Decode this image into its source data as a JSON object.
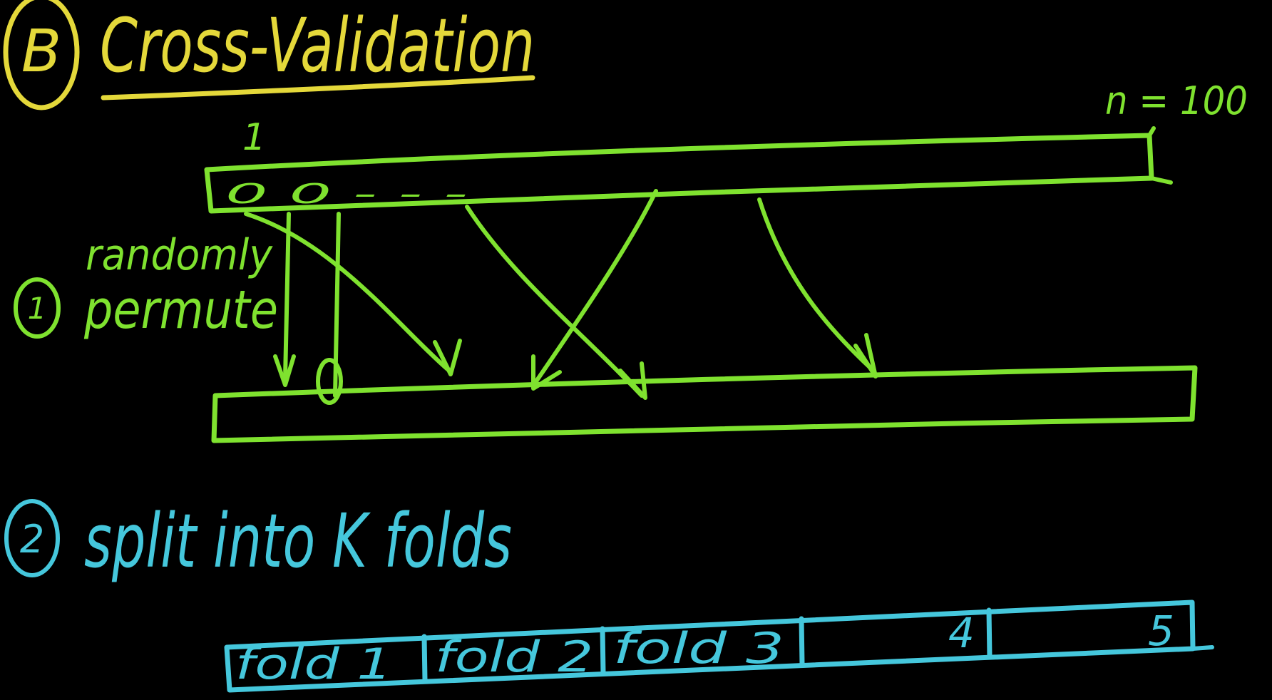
{
  "colors": {
    "background": "#000000",
    "yellow": "#e4d83a",
    "green": "#7fe22f",
    "cyan": "#45c7dc"
  },
  "title": {
    "marker": "B",
    "text": "Cross-Validation"
  },
  "n_label": "n = 100",
  "step1": {
    "number": "1",
    "line1": "randomly",
    "line2": "permute"
  },
  "top_bar": {
    "first_index": "1",
    "cells": "0 0 - - -"
  },
  "step2": {
    "number": "2",
    "text": "split into K folds"
  },
  "folds": [
    "fold 1",
    "fold 2",
    "fold 3",
    "4",
    "5"
  ]
}
